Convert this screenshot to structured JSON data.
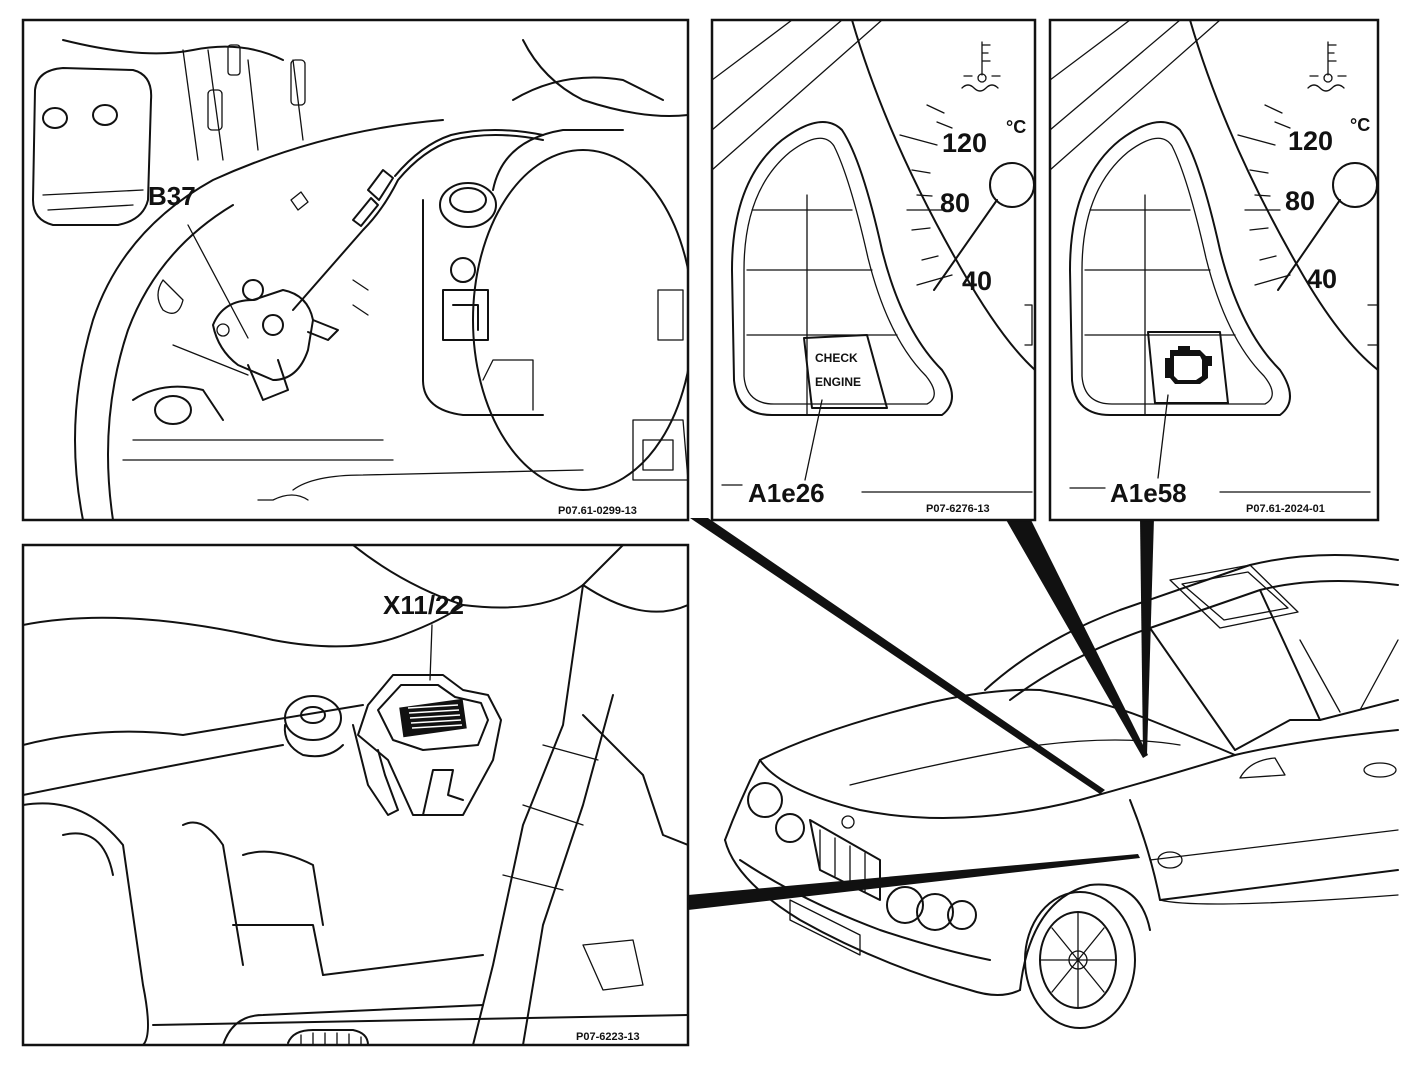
{
  "panels": {
    "engine_bay": {
      "label": "B37",
      "ref": "P07.61-0299-13"
    },
    "cluster_left": {
      "label": "A1e26",
      "ref": "P07-6276-13",
      "lamp_text_1": "CHECK",
      "lamp_text_2": "ENGINE",
      "gauge": {
        "t120": "120",
        "unit": "°C",
        "t80": "80",
        "t40": "40"
      }
    },
    "cluster_right": {
      "label": "A1e58",
      "ref": "P07.61-2024-01",
      "lamp_icon": "engine-icon",
      "gauge": {
        "t120": "120",
        "unit": "°C",
        "t80": "80",
        "t40": "40"
      }
    },
    "footwell": {
      "label": "X11/22",
      "ref": "P07-6223-13"
    }
  },
  "icons": [
    "coolant-temperature-icon",
    "engine-icon"
  ],
  "colors": {
    "line": "#111111",
    "background": "#ffffff"
  }
}
